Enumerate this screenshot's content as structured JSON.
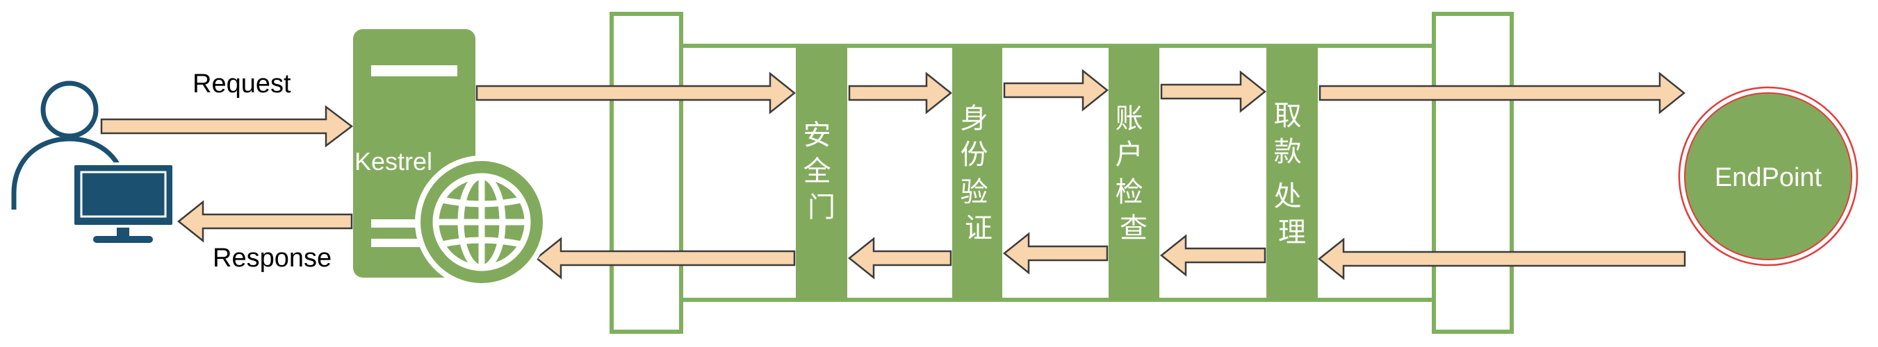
{
  "colors": {
    "green": "#82aa5c",
    "frame": "#7fb05e",
    "arrow_fill": "#f8d5ad",
    "arrow_stroke": "#3c3c3c",
    "user": "#1b5070",
    "endpoint_ring": "#e23b3b"
  },
  "client": {
    "icon": "user-with-monitor-icon",
    "request_label": "Request",
    "response_label": "Response"
  },
  "server": {
    "icon": "server-globe-icon",
    "label": "Kestrel"
  },
  "middleware": [
    {
      "id": "security",
      "text": "安全门",
      "lines": [
        "安",
        "全",
        "门"
      ]
    },
    {
      "id": "auth",
      "text": "身份验证",
      "lines": [
        "身",
        "份",
        "验",
        "证"
      ]
    },
    {
      "id": "account",
      "text": "账户检查",
      "lines": [
        "账",
        "户",
        "检",
        "查"
      ]
    },
    {
      "id": "withdraw",
      "text": "取款 处理",
      "lines": [
        "取",
        "款",
        "处",
        "理"
      ]
    }
  ],
  "endpoint": {
    "label": "EndPoint"
  }
}
